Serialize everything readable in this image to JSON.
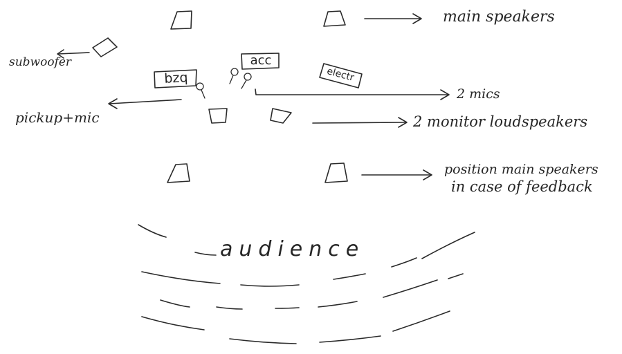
{
  "labels": {
    "main_speakers": "main speakers",
    "subwoofer": "subwoofer",
    "pickup_mic": "pickup+mic",
    "two_mics": "2 mics",
    "monitor_loudspeakers": "2 monitor loudspeakers",
    "position_line1": "position main speakers",
    "position_line2": "in case of feedback",
    "audience": "audience"
  },
  "instruments": {
    "bzq": "bzq",
    "acc": "acc",
    "electr": "electr"
  }
}
